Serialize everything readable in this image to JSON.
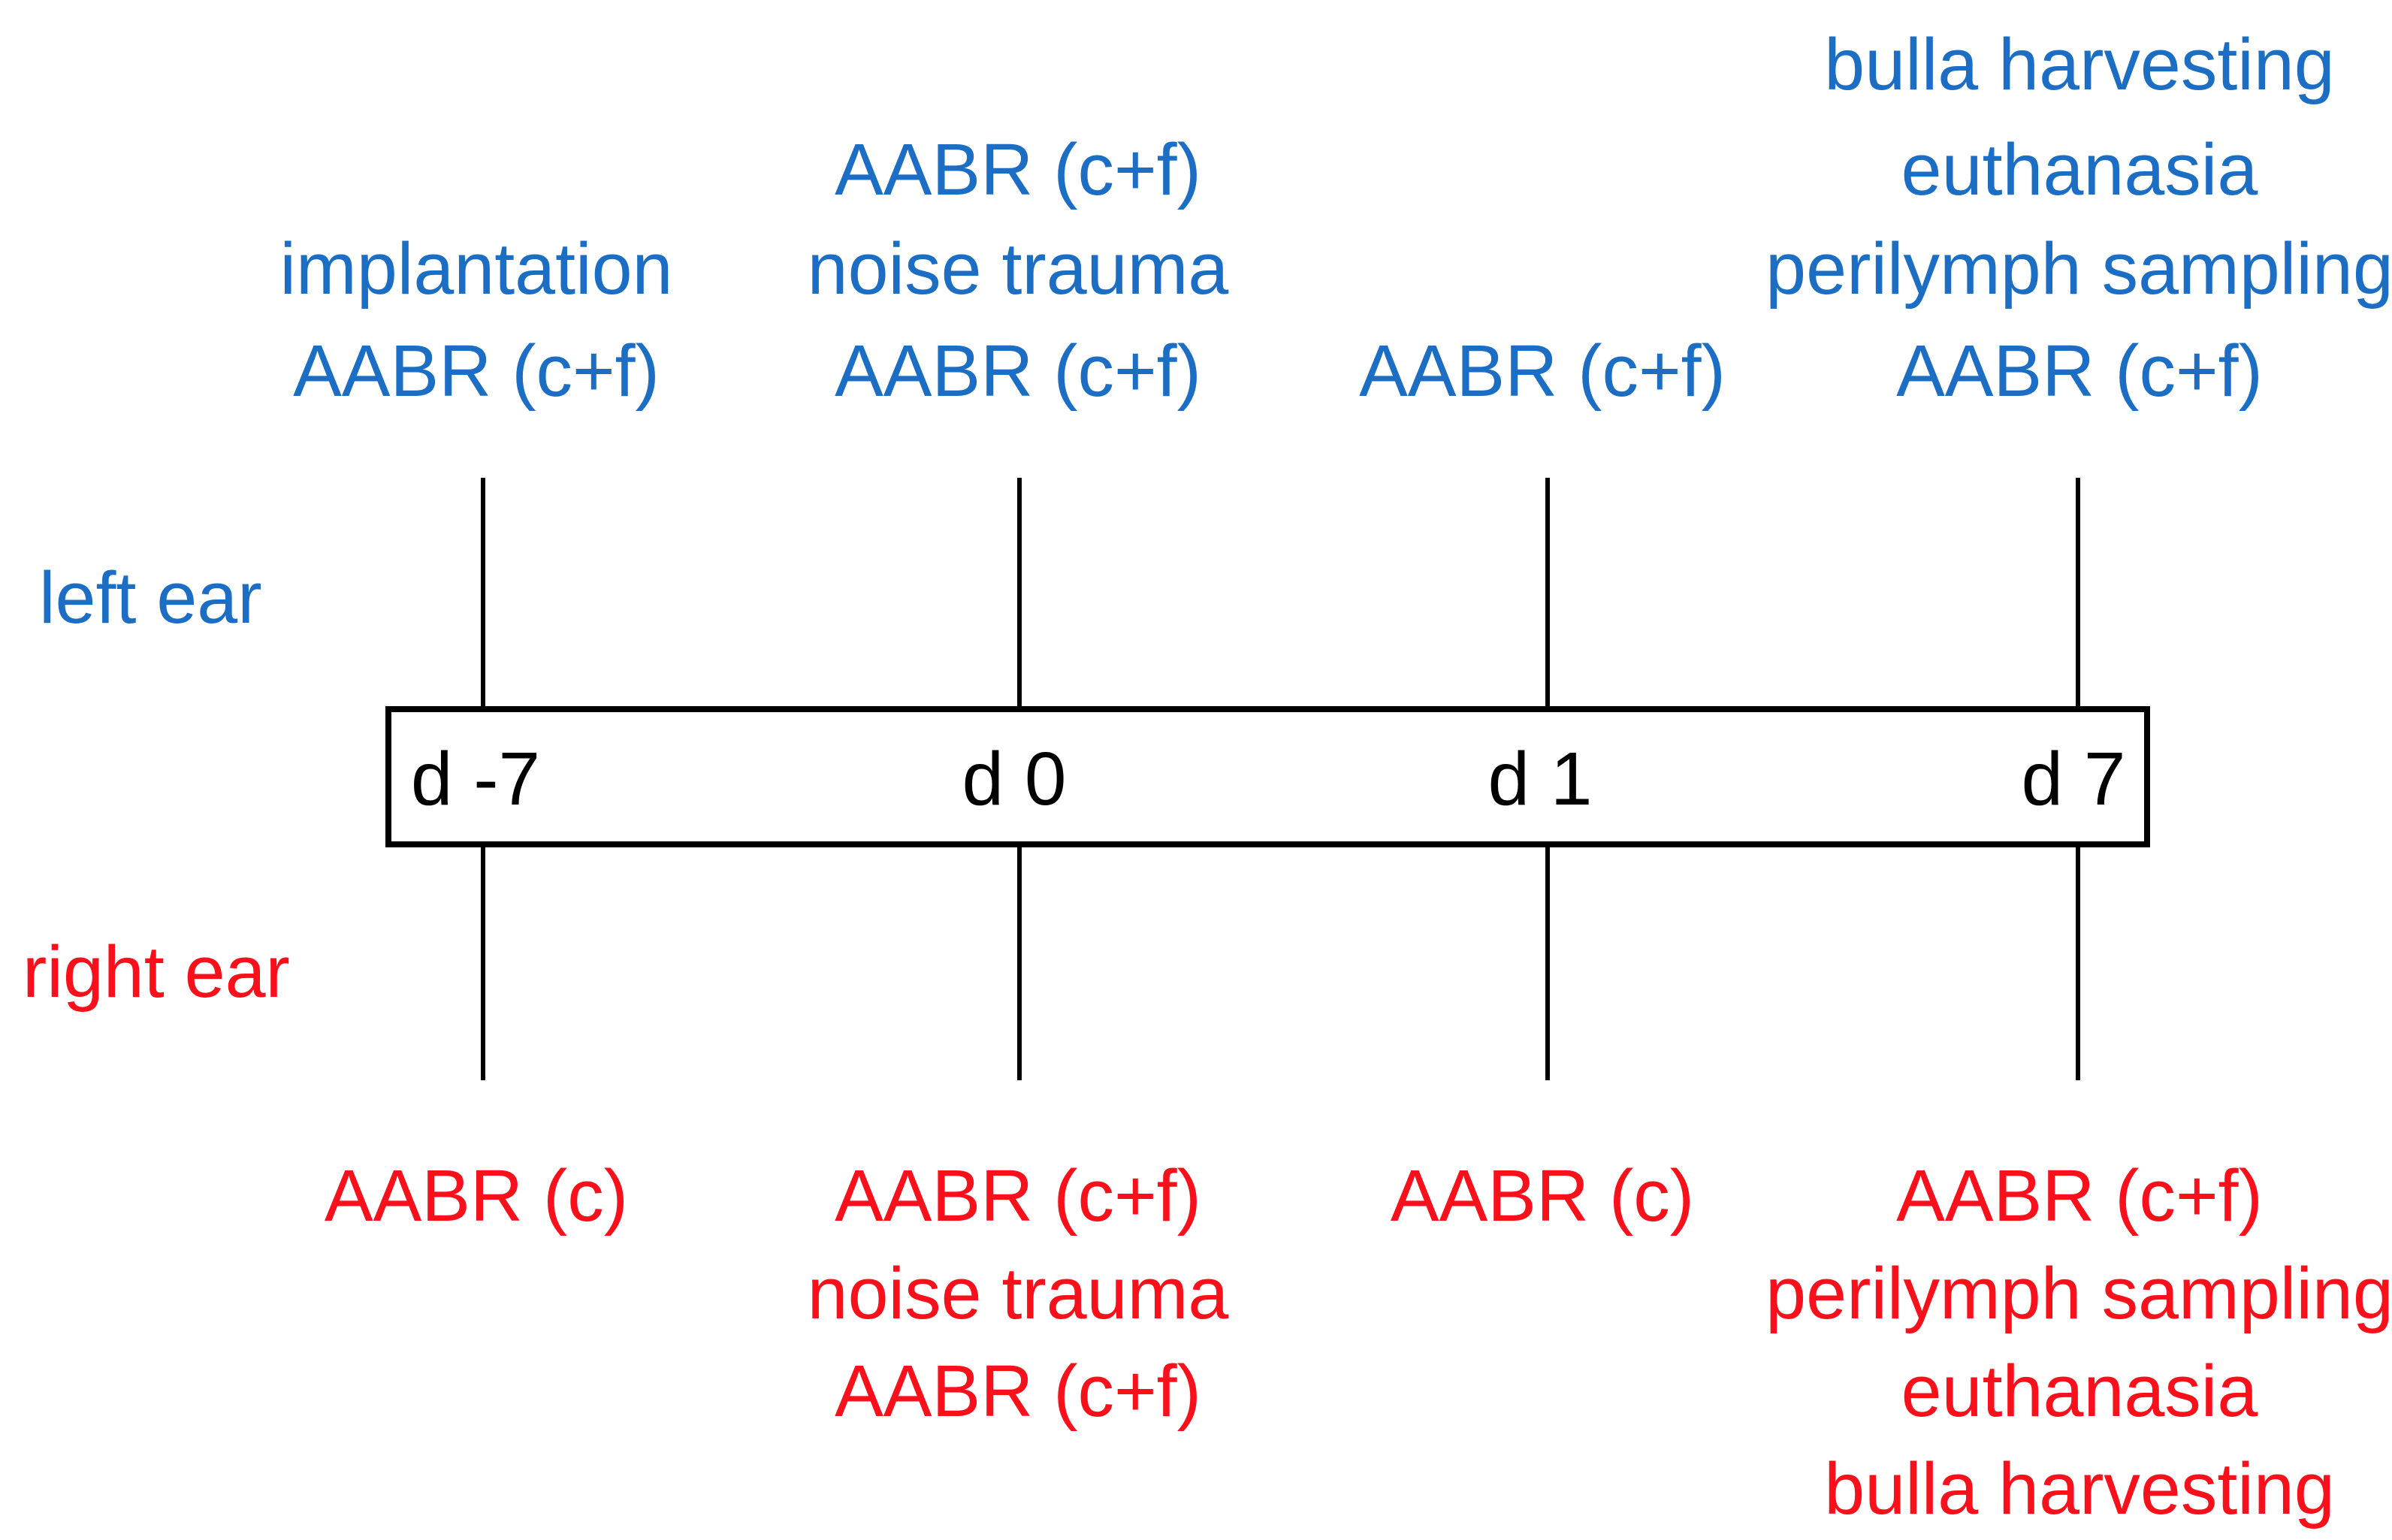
{
  "figure": {
    "description": "experimental timeline, procedures per ear per day",
    "left_ear_label": "left ear",
    "right_ear_label": "right ear",
    "colors": {
      "left_ear_text": "#1b6ec3",
      "right_ear_text": "#f9101b",
      "axis_lines": "#000000",
      "background": "#ffffff"
    },
    "days": [
      "d -7",
      "d 0",
      "d 1",
      "d 7"
    ],
    "columns": [
      {
        "day": "d -7",
        "above": [
          "implantation",
          "AABR (c+f)"
        ],
        "below": [
          "AABR (c)"
        ]
      },
      {
        "day": "d 0",
        "above": [
          "AABR (c+f)",
          "noise trauma",
          "AABR (c+f)"
        ],
        "below": [
          "AABR (c+f)",
          "noise trauma",
          "AABR (c+f)"
        ]
      },
      {
        "day": "d 1",
        "above": [
          "AABR (c+f)"
        ],
        "below": [
          "AABR (c)"
        ]
      },
      {
        "day": "d 7",
        "above": [
          "bulla harvesting",
          "euthanasia",
          "perilymph sampling",
          "AABR (c+f)"
        ],
        "below": [
          "AABR (c+f)",
          "perilymph sampling",
          "euthanasia",
          "bulla harvesting"
        ]
      }
    ]
  }
}
